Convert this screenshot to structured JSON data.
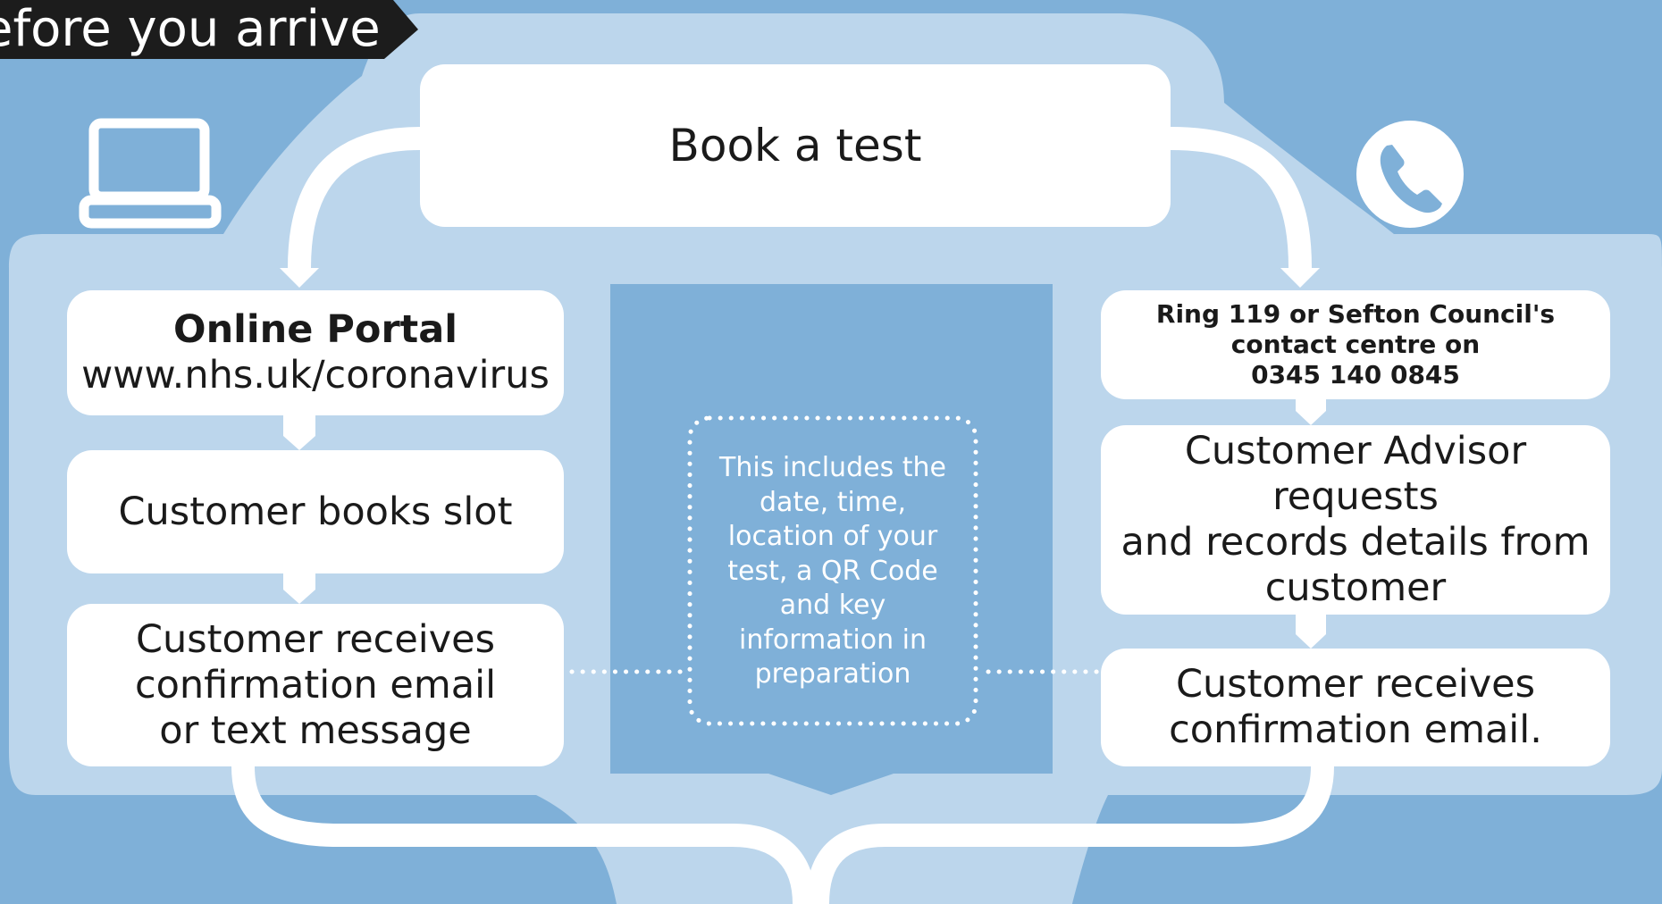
{
  "header": {
    "label": "efore you arrive"
  },
  "book_box": {
    "label": "Book a test"
  },
  "online": {
    "title": "Online Portal",
    "url": "www.nhs.uk/coronavirus",
    "step1": "Customer books slot",
    "step2_lines": [
      "Customer receives",
      "confirmation email",
      "or text message"
    ]
  },
  "phone": {
    "lines": [
      "Ring 119 or Sefton Council's",
      "contact centre on",
      "0345 140 0845"
    ],
    "step1_lines": [
      "Customer Advisor requests",
      "and records details from",
      "customer"
    ],
    "step2_lines": [
      "Customer receives",
      "confirmation email."
    ]
  },
  "note": {
    "lines": [
      "This includes the",
      "date, time,",
      "location of your",
      "test, a QR Code",
      "and key",
      "information in",
      "preparation"
    ]
  },
  "icons": {
    "left": "laptop-icon",
    "right": "phone-icon"
  },
  "colors": {
    "background": "#7fb0d8",
    "panel": "#bcd6ec",
    "box": "#ffffff",
    "header": "#1c1c1c",
    "text": "#1a1a1a"
  }
}
